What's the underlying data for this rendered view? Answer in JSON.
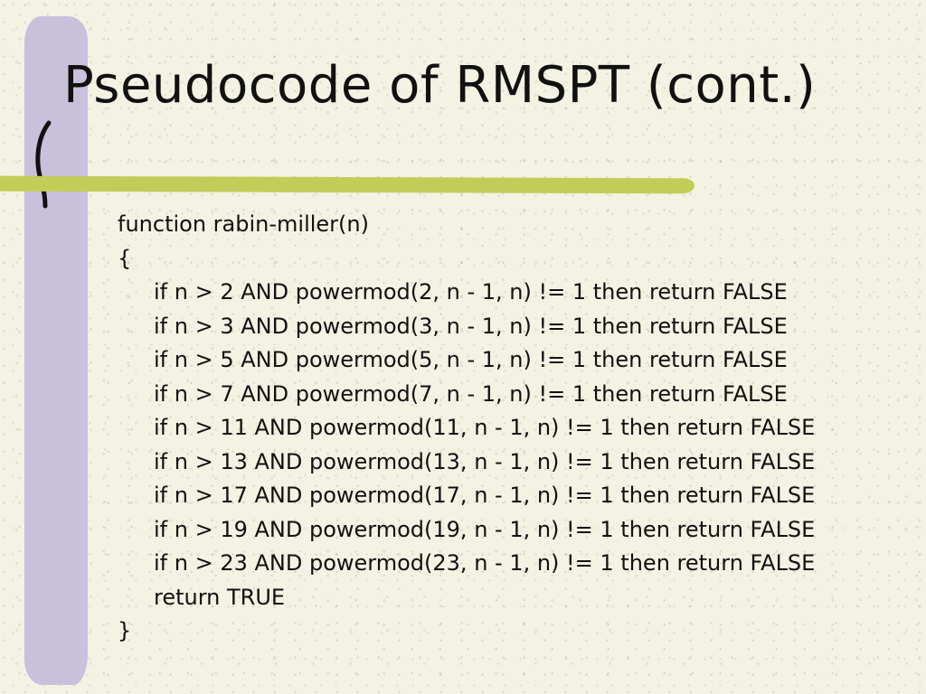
{
  "slide": {
    "title": "Pseudocode of RMSPT (cont.)",
    "code_lines": [
      {
        "text": "function rabin-miller(n)",
        "indent": 0
      },
      {
        "text": "{",
        "indent": 0
      },
      {
        "text": "if n > 2 AND powermod(2, n - 1, n) != 1 then return FALSE",
        "indent": 1
      },
      {
        "text": "if n > 3 AND powermod(3, n - 1, n) != 1 then return FALSE",
        "indent": 1
      },
      {
        "text": "if n > 5 AND powermod(5, n - 1, n) != 1 then return FALSE",
        "indent": 1
      },
      {
        "text": "if n > 7 AND powermod(7, n - 1, n) != 1 then return FALSE",
        "indent": 1
      },
      {
        "text": "if n > 11 AND powermod(11, n - 1, n) != 1 then return FALSE",
        "indent": 1
      },
      {
        "text": "if n > 13 AND powermod(13, n - 1, n) != 1 then return FALSE",
        "indent": 1
      },
      {
        "text": "if n > 17 AND powermod(17, n - 1, n) != 1 then return FALSE",
        "indent": 1
      },
      {
        "text": "if n > 19 AND powermod(19, n - 1, n) != 1 then return FALSE",
        "indent": 1
      },
      {
        "text": "if n > 23 AND powermod(23, n - 1, n) != 1 then return FALSE",
        "indent": 1
      },
      {
        "text": "return TRUE",
        "indent": 1
      },
      {
        "text": "}",
        "indent": 0
      }
    ]
  },
  "colors": {
    "background": "#f4f2e3",
    "accent_lavender": "#c9c0dc",
    "accent_green": "#c2cc58",
    "text": "#111111"
  }
}
